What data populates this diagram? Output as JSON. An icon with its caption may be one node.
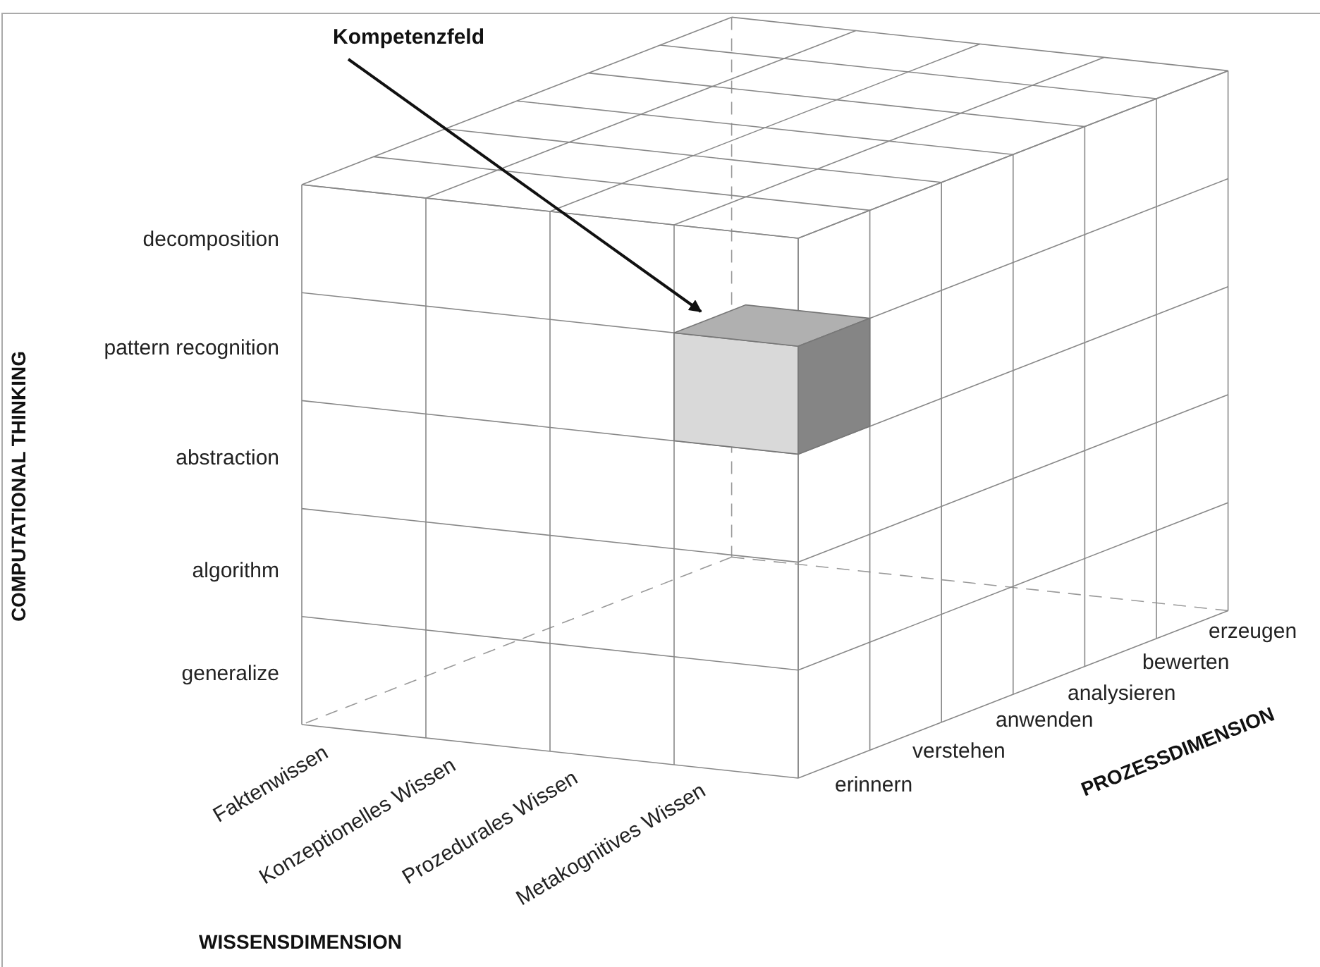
{
  "diagram": {
    "nodes": [
      {
        "text": [
          "Kompetenzfeld"
        ]
      },
      {
        "text": [],
        "shape": "box"
      }
    ],
    "edges": [
      {
        "from": 0,
        "to": 1,
        "arrow": "to"
      }
    ],
    "labels": [
      "COMPUTATIONAL THINKING",
      "decomposition",
      "pattern recognition",
      "abstraction",
      "algorithm",
      "generalize",
      "erzeugen",
      "bewerten",
      "analysieren",
      "anwenden",
      "verstehen",
      "erinnern",
      "PROZESSDIMENSION",
      "Faktenwissen",
      "Konzeptionelles Wissen",
      "Prozedurales Wissen",
      "Metakognitives Wissen",
      "WISSENSDIMENSION"
    ]
  }
}
